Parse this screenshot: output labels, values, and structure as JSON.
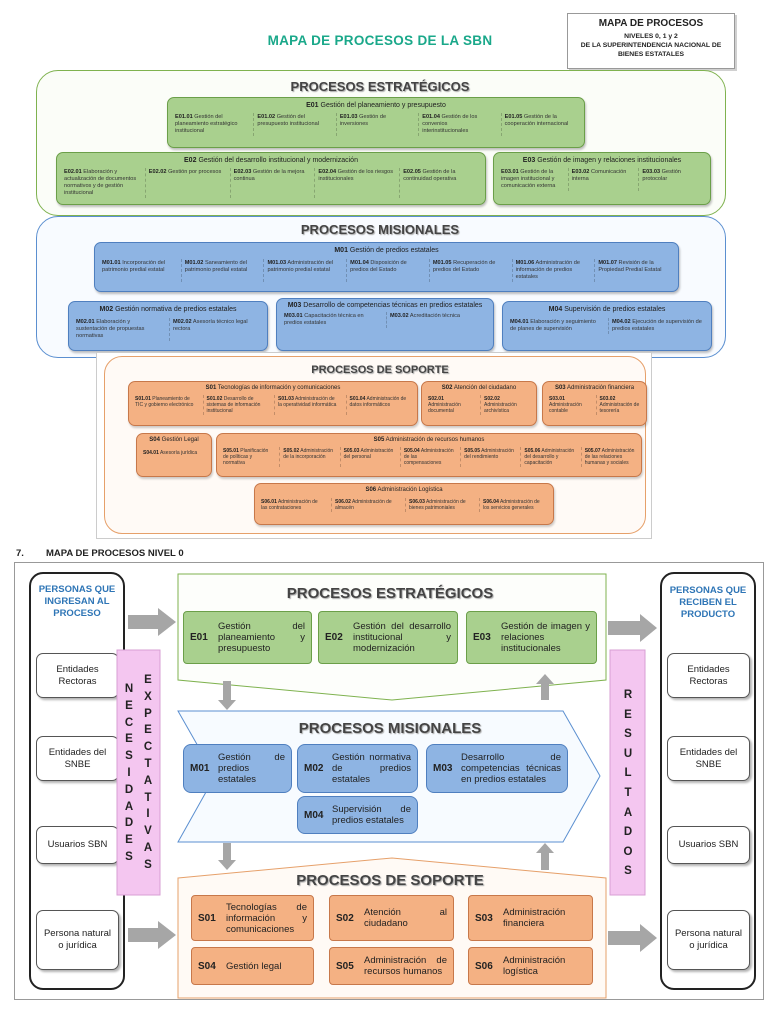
{
  "header": {
    "main_title": "MAPA DE PROCESOS DE LA SBN",
    "box_title": "MAPA DE PROCESOS",
    "box_subtitle_1": "NIVELES 0, 1 y 2",
    "box_subtitle_2": "DE LA SUPERINTENDENCIA NACIONAL DE",
    "box_subtitle_3": "BIENES ESTATALES"
  },
  "level2": {
    "strategic_title": "PROCESOS ESTRATÉGICOS",
    "e01": {
      "code": "E01",
      "name": "Gestión del planeamiento y presupuesto",
      "items": [
        {
          "code": "E01.01",
          "name": "Gestión del planeamiento estratégico institucional"
        },
        {
          "code": "E01.02",
          "name": "Gestión del presupuesto institucional"
        },
        {
          "code": "E01.03",
          "name": "Gestión de inversiones"
        },
        {
          "code": "E01.04",
          "name": "Gestión de los convenios interinstitucionales"
        },
        {
          "code": "E01.05",
          "name": "Gestión de la cooperación internacional"
        }
      ]
    },
    "e02": {
      "code": "E02",
      "name": "Gestión del desarrollo institucional y modernización",
      "items": [
        {
          "code": "E02.01",
          "name": "Elaboración y actualización de documentos normativos y de gestión institucional"
        },
        {
          "code": "E02.02",
          "name": "Gestión por procesos"
        },
        {
          "code": "E02.03",
          "name": "Gestión de la mejora continua"
        },
        {
          "code": "E02.04",
          "name": "Gestión de los riesgos institucionales"
        },
        {
          "code": "E02.05",
          "name": "Gestión de la continuidad operativa"
        }
      ]
    },
    "e03": {
      "code": "E03",
      "name": "Gestión de imagen y relaciones institucionales",
      "items": [
        {
          "code": "E03.01",
          "name": "Gestión de la imagen institucional y comunicación externa"
        },
        {
          "code": "E03.02",
          "name": "Comunicación interna"
        },
        {
          "code": "E03.03",
          "name": "Gestión protocolar"
        }
      ]
    },
    "mission_title": "PROCESOS MISIONALES",
    "m01": {
      "code": "M01",
      "name": "Gestión de predios estatales",
      "items": [
        {
          "code": "M01.01",
          "name": "Incorporación del patrimonio predial estatal"
        },
        {
          "code": "M01.02",
          "name": "Saneamiento del patrimonio predial estatal"
        },
        {
          "code": "M01.03",
          "name": "Administración del patrimonio predial estatal"
        },
        {
          "code": "M01.04",
          "name": "Disposición de predios del Estado"
        },
        {
          "code": "M01.05",
          "name": "Recuperación de predios del Estado"
        },
        {
          "code": "M01.06",
          "name": "Administración de información de predios estatales"
        },
        {
          "code": "M01.07",
          "name": "Revisión de la Propiedad Predial Estatal"
        }
      ]
    },
    "m02": {
      "code": "M02",
      "name": "Gestión normativa de predios estatales",
      "items": [
        {
          "code": "M02.01",
          "name": "Elaboración y sustentación de propuestas normativas"
        },
        {
          "code": "M02.02",
          "name": "Asesoría técnico legal rectora"
        }
      ]
    },
    "m03": {
      "code": "M03",
      "name": "Desarrollo de competencias técnicas en predios estatales",
      "items": [
        {
          "code": "M03.01",
          "name": "Capacitación técnica en predios estatales"
        },
        {
          "code": "M03.02",
          "name": "Acreditación técnica"
        }
      ]
    },
    "m04": {
      "code": "M04",
      "name": "Supervisión de predios estatales",
      "items": [
        {
          "code": "M04.01",
          "name": "Elaboración y seguimiento de planes de supervisión"
        },
        {
          "code": "M04.02",
          "name": "Ejecución de supervisión de predios estatales"
        }
      ]
    },
    "support_title": "PROCESOS DE SOPORTE",
    "s01": {
      "code": "S01",
      "name": "Tecnologías de información y comunicaciones",
      "items": [
        {
          "code": "S01.01",
          "name": "Planeamiento de TIC y gobierno electrónico"
        },
        {
          "code": "S01.02",
          "name": "Desarrollo de sistemas de información institucional"
        },
        {
          "code": "S01.03",
          "name": "Administración de la operatividad informática"
        },
        {
          "code": "S01.04",
          "name": "Administración de datos informáticos"
        }
      ]
    },
    "s02": {
      "code": "S02",
      "name": "Atención del ciudadano",
      "items": [
        {
          "code": "S02.01",
          "name": "Administración documental"
        },
        {
          "code": "S02.02",
          "name": "Administración archivística"
        }
      ]
    },
    "s03": {
      "code": "S03",
      "name": "Administración financiera",
      "items": [
        {
          "code": "S03.01",
          "name": "Administración contable"
        },
        {
          "code": "S03.02",
          "name": "Administración de tesorería"
        }
      ]
    },
    "s04": {
      "code": "S04",
      "name": "Gestión Legal",
      "items": [
        {
          "code": "S04.01",
          "name": "Asesoría jurídica"
        }
      ]
    },
    "s05": {
      "code": "S05",
      "name": "Administración de recursos humanos",
      "items": [
        {
          "code": "S05.01",
          "name": "Planificación de políticas y normativa"
        },
        {
          "code": "S05.02",
          "name": "Administración de la incorporación"
        },
        {
          "code": "S05.03",
          "name": "Administración del personal"
        },
        {
          "code": "S05.04",
          "name": "Administración de las compensaciones"
        },
        {
          "code": "S05.05",
          "name": "Administración del rendimiento"
        },
        {
          "code": "S05.06",
          "name": "Administración del desarrollo y capacitación"
        },
        {
          "code": "S05.07",
          "name": "Administración de las relaciones humanas y sociales"
        }
      ]
    },
    "s06": {
      "code": "S06",
      "name": "Administración Logística",
      "items": [
        {
          "code": "S06.01",
          "name": "Administración de las contrataciones"
        },
        {
          "code": "S06.02",
          "name": "Administración de almacén"
        },
        {
          "code": "S06.03",
          "name": "Administración de bienes patrimoniales"
        },
        {
          "code": "S06.04",
          "name": "Administración de los servicios generales"
        }
      ]
    }
  },
  "level0": {
    "section_number": "7.",
    "section_title": "MAPA DE PROCESOS NIVEL 0",
    "left_head": "PERSONAS QUE INGRESAN AL PROCESO",
    "right_head": "PERSONAS QUE RECIBEN EL PRODUCTO",
    "entities": [
      "Entidades Rectoras",
      "Entidades del SNBE",
      "Usuarios SBN",
      "Persona natural o jurídica"
    ],
    "necesidades": "NECESIDADES",
    "expectativas": "EXPECTATIVAS",
    "resultados": "RESULTADOS",
    "strategic_title": "PROCESOS ESTRATÉGICOS",
    "mission_title": "PROCESOS MISIONALES",
    "support_title": "PROCESOS DE SOPORTE",
    "e": [
      {
        "code": "E01",
        "name": "Gestión del planeamiento y presupuesto"
      },
      {
        "code": "E02",
        "name": "Gestión del desarrollo institucional y modernización"
      },
      {
        "code": "E03",
        "name": "Gestión de imagen y relaciones institucionales"
      }
    ],
    "m": [
      {
        "code": "M01",
        "name": "Gestión de predios estatales"
      },
      {
        "code": "M02",
        "name": "Gestión normativa de predios estatales"
      },
      {
        "code": "M03",
        "name": "Desarrollo de competencias técnicas en predios estatales"
      },
      {
        "code": "M04",
        "name": "Supervisión de predios estatales"
      }
    ],
    "s": [
      {
        "code": "S01",
        "name": "Tecnologías de información y comunicaciones"
      },
      {
        "code": "S02",
        "name": "Atención al ciudadano"
      },
      {
        "code": "S03",
        "name": "Administración financiera"
      },
      {
        "code": "S04",
        "name": "Gestión legal"
      },
      {
        "code": "S05",
        "name": "Administración de recursos humanos"
      },
      {
        "code": "S06",
        "name": "Administración logística"
      }
    ]
  }
}
